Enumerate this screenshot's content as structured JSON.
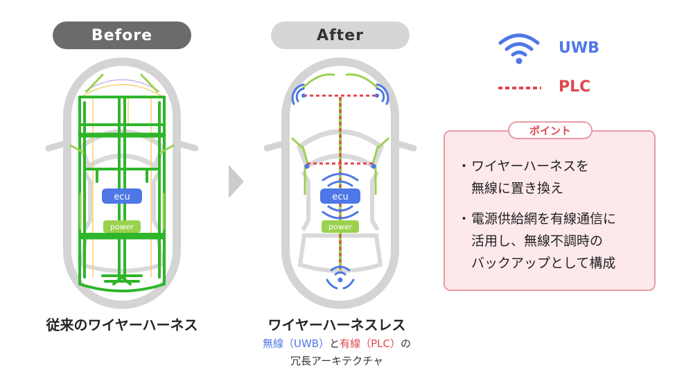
{
  "before": {
    "label": "Before",
    "ecu_label": "ecu",
    "power_label": "power",
    "caption": "従来のワイヤーハーネス"
  },
  "after": {
    "label": "After",
    "ecu_label": "ecu",
    "power_label": "power",
    "caption": "ワイヤーハーネスレス",
    "sub_uwb": "無線（UWB）",
    "sub_and": "と",
    "sub_plc": "有線（PLC）",
    "sub_tail": "の",
    "sub_line2": "冗長アーキテクチャ"
  },
  "legend": {
    "uwb_label": "UWB",
    "plc_label": "PLC"
  },
  "points": {
    "badge": "ポイント",
    "bullet": "・",
    "item1": "ワイヤーハーネスを\n無線に置き換え",
    "item2": "電源供給網を有線通信に\n活用し、無線不調時の\nバックアップとして構成"
  },
  "colors": {
    "uwb": "#4d78e6",
    "plc": "#e0464e",
    "harness_green": "#2fb52a",
    "light_green": "#9ad24f",
    "ecu_blue": "#4d78e6",
    "car_gray": "#d4d4d4",
    "point_bg": "#fde9ec",
    "point_border": "#e89aa6"
  }
}
